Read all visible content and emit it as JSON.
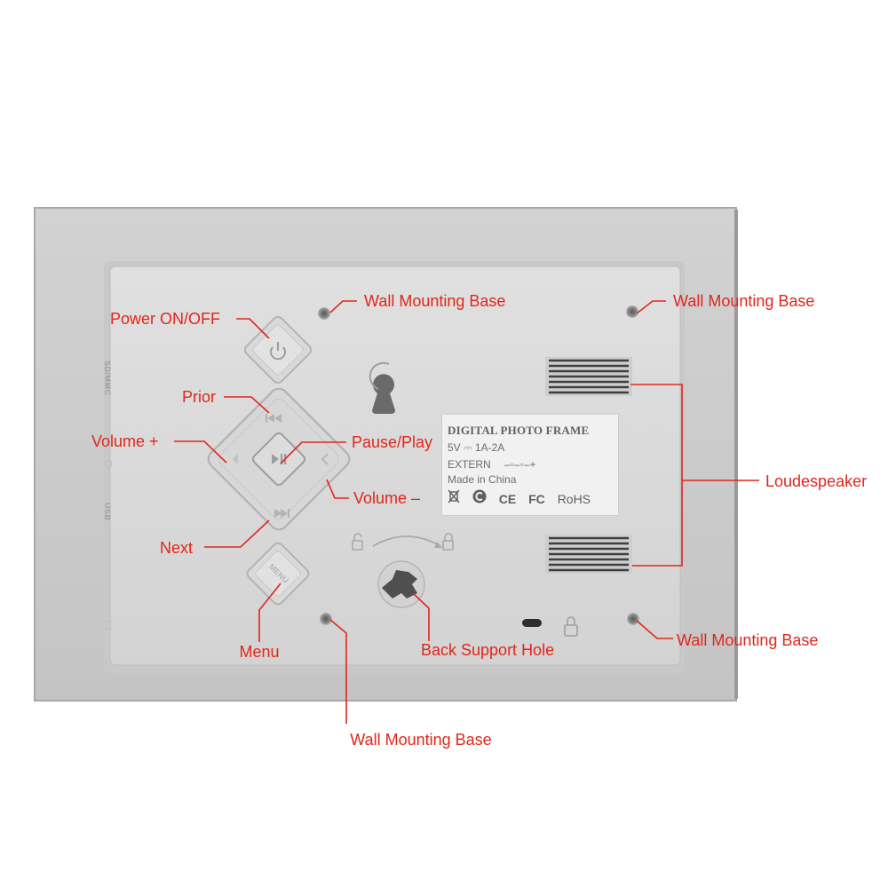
{
  "labels": {
    "power": "Power ON/OFF",
    "prior": "Prior",
    "volume_plus": "Volume +",
    "pause_play": "Pause/Play",
    "volume_minus": "Volume –",
    "next": "Next",
    "menu": "Menu",
    "back_support_hole": "Back Support Hole",
    "wall_mount_top_center": "Wall Mounting Base",
    "wall_mount_top_right": "Wall Mounting Base",
    "wall_mount_bottom_right": "Wall Mounting Base",
    "wall_mount_bottom": "Wall Mounting Base",
    "loudspeaker": "Loudespeaker"
  },
  "sticker": {
    "title": "DIGITAL PHOTO FRAME",
    "power_rating": "5V ⎓ 1A-2A",
    "extern": "EXTERN",
    "extern_symbol": "–◦–◦–+",
    "origin": "Made in China",
    "cert_ce": "CE",
    "cert_fc": "FC",
    "cert_rohs": "RoHS"
  },
  "side_ports": {
    "sd": "SD/MMC",
    "usb": "USB"
  },
  "button_marks": {
    "menu": "MENU"
  },
  "colors": {
    "annotation": "#e0261b",
    "frame": "#c9c9c9",
    "panel": "#d8d8d8"
  },
  "icons": [
    "power-icon",
    "prior-icon",
    "next-icon",
    "play-pause-icon",
    "volume-plus-icon",
    "volume-minus-icon",
    "lock-icon",
    "unlock-icon",
    "weee-bin-icon"
  ]
}
